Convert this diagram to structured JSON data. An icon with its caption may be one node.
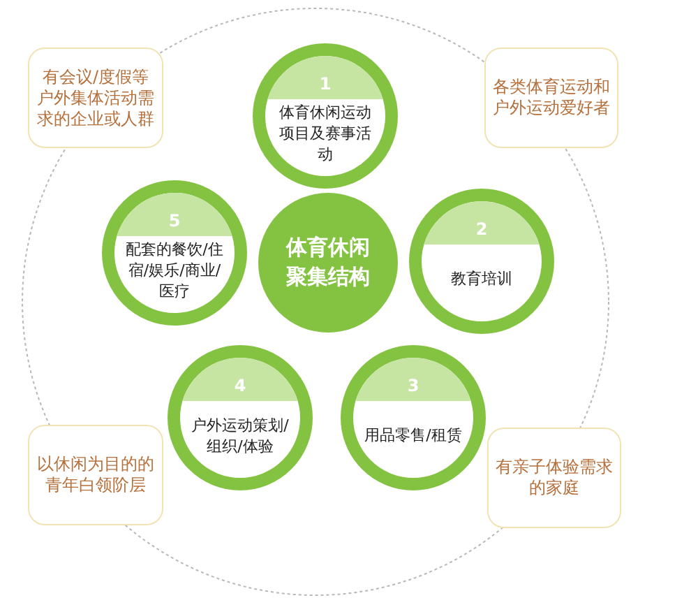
{
  "diagram": {
    "nodes": [
      {
        "text": [
          "有会议/度假等户外集体活动需求的企业或人群"
        ]
      },
      {
        "text": [
          "1",
          "体育休闲运动项目及赛事活动"
        ]
      },
      {
        "text": [
          "各类体育运动和户外运动爱好者"
        ]
      },
      {
        "text": [
          "5",
          "配套的餐饮/住宿/娱乐/商业/医疗"
        ]
      },
      {
        "text": [
          "体育休闲聚集结构"
        ]
      },
      {
        "text": [
          "2",
          "教育培训"
        ]
      },
      {
        "text": [
          "4",
          "户外运动策划/组织/体验"
        ]
      },
      {
        "text": [
          "3",
          "用品零售/租赁"
        ]
      },
      {
        "text": [
          "以休闲为目的的青年白领阶层"
        ]
      },
      {
        "text": [
          "有亲子体验需求的家庭"
        ]
      }
    ]
  }
}
